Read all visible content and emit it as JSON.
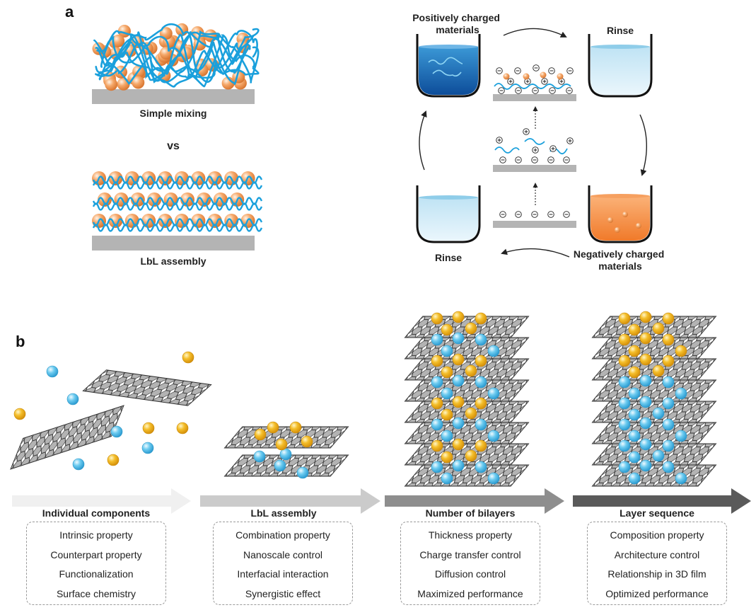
{
  "panel_a": {
    "label": "a",
    "simple_mixing": "Simple mixing",
    "vs": "vs",
    "lbl_assembly": "LbL assembly",
    "positively_charged": [
      "Positively charged",
      "materials"
    ],
    "negatively_charged": [
      "Negatively charged",
      "materials"
    ],
    "rinse_top": "Rinse",
    "rinse_bottom": "Rinse",
    "colors": {
      "particle": "#f3a062",
      "polymer": "#1aa0dc",
      "substrate": "#b4b4b4",
      "cationic_solution": "#1a73b8",
      "anionic_solution": "#f7934a",
      "rinse": "#cfe9f6"
    }
  },
  "panel_b": {
    "label": "b",
    "stages": [
      {
        "title": "Individual components",
        "items": [
          "Intrinsic property",
          "Counterpart property",
          "Functionalization",
          "Surface chemistry"
        ]
      },
      {
        "title": "LbL assembly",
        "items": [
          "Combination property",
          "Nanoscale control",
          "Interfacial interaction",
          "Synergistic effect"
        ]
      },
      {
        "title": "Number of bilayers",
        "items": [
          "Thickness property",
          "Charge transfer control",
          "Diffusion control",
          "Maximized performance"
        ]
      },
      {
        "title": "Layer sequence",
        "items": [
          "Composition property",
          "Architecture control",
          "Relationship in 3D film",
          "Optimized performance"
        ]
      }
    ],
    "colors": {
      "sheet": "#a8a8a8",
      "gold_particle": "#f2b21a",
      "blue_particle": "#5cc0ea"
    }
  }
}
